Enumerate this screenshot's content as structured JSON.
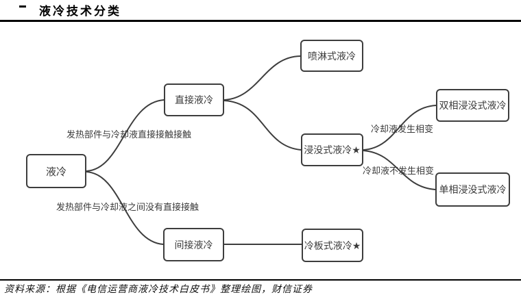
{
  "header": {
    "title": "液冷技术分类"
  },
  "nodes": {
    "root": "液冷",
    "direct": "直接液冷",
    "indirect": "间接液冷",
    "spray": "喷淋式液冷",
    "immersion": "浸没式液冷★",
    "cold_plate": "冷板式液冷★",
    "two_phase": "双相浸没式液冷",
    "single_phase": "单相浸没式液冷"
  },
  "edge_labels": {
    "direct_desc": "发热部件与冷却液直接接触接触",
    "indirect_desc": "发热部件与冷却液之间没有直接接触",
    "phase_change": "冷却液发生相变",
    "no_phase_change": "冷却液不发生相变"
  },
  "footer": {
    "source": "资料来源：根据《电信运营商液冷技术白皮书》整理绘图，财信证券"
  },
  "colors": {
    "rule": "#000000",
    "line": "#3d3d3d",
    "node_border": "#3d3d3d",
    "text": "#3a3a3a"
  }
}
